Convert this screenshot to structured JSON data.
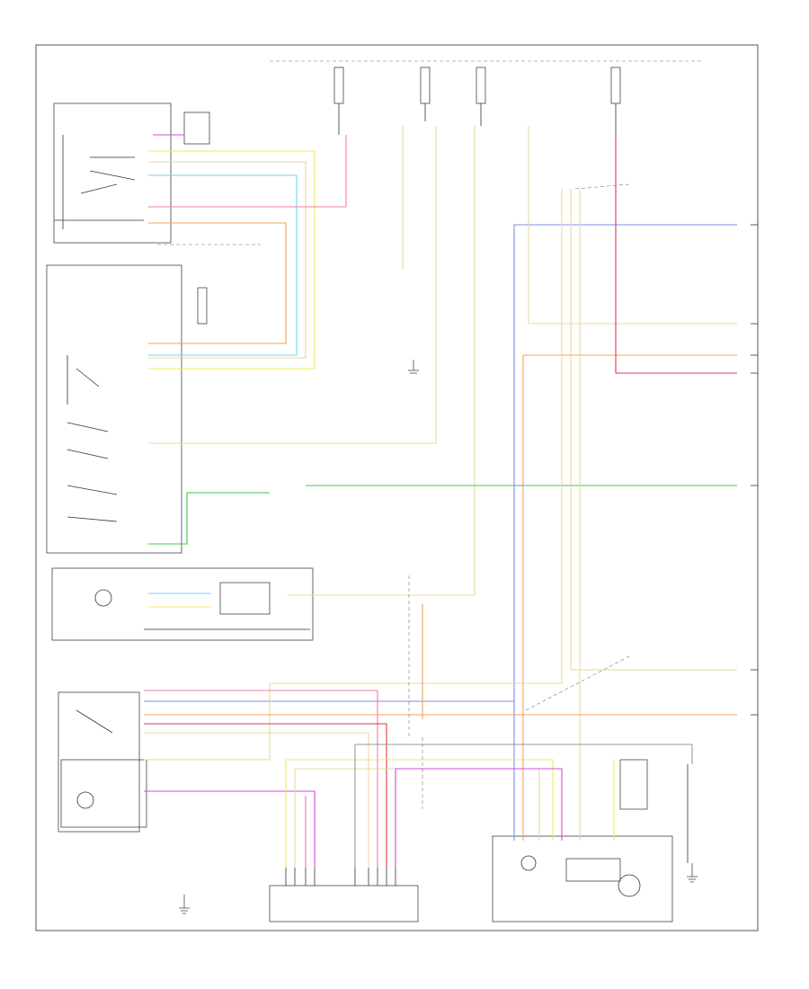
{
  "diagram": {
    "corner_label": "",
    "colors": {
      "yellow": "#f2e860",
      "tan": "#e8d9a0",
      "cyan": "#6fd8ef",
      "pink": "#f07ca8",
      "red": "#e03a4c",
      "orange": "#f5a15a",
      "magenta": "#d04dd8",
      "blue": "#7d8ce6",
      "green": "#46c84a",
      "black": "#333333",
      "gray": "#9a9a9a"
    },
    "components": [
      {
        "key": "hvac_control",
        "label": ""
      },
      {
        "key": "climate_module",
        "label": ""
      },
      {
        "key": "rear_hvac",
        "label": ""
      },
      {
        "key": "blower_module",
        "label": ""
      },
      {
        "key": "aux_module",
        "label": ""
      },
      {
        "key": "fuse_block",
        "label": ""
      },
      {
        "key": "ground",
        "label": ""
      }
    ]
  }
}
